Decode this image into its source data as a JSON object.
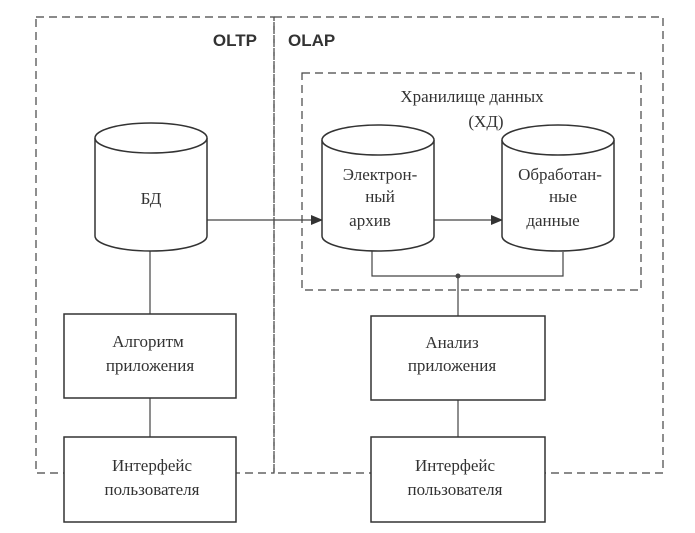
{
  "regions": {
    "oltp": "OLTP",
    "olap": "OLAP",
    "warehouse_line1": "Хранилище данных",
    "warehouse_line2": "(ХД)"
  },
  "nodes": {
    "db": "БД",
    "archive": [
      "Электрон-",
      "ный",
      "архив"
    ],
    "processed": [
      "Обработан-",
      "ные",
      "данные"
    ],
    "app_algorithm": [
      "Алгоритм",
      "приложения"
    ],
    "app_analysis": [
      "Анализ",
      "приложения"
    ],
    "ui_oltp": [
      "Интерфейс",
      "пользователя"
    ],
    "ui_olap": [
      "Интерфейс",
      "пользователя"
    ]
  }
}
